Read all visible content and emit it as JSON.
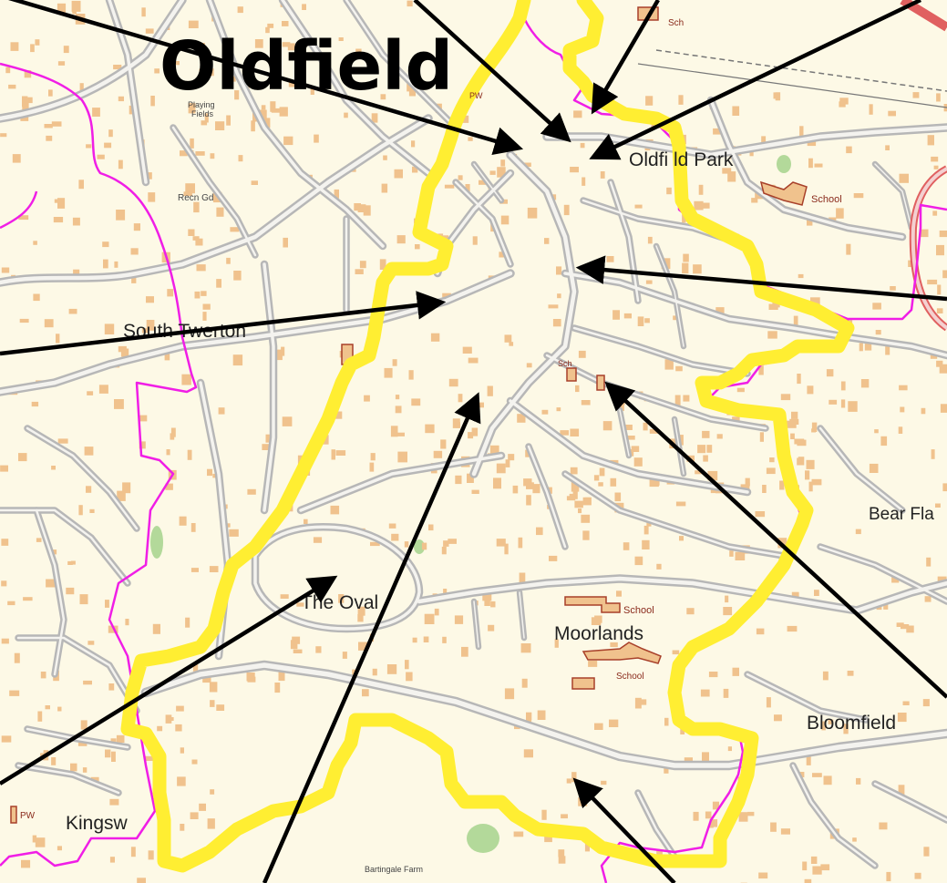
{
  "map": {
    "colors": {
      "background": "#fdf9e6",
      "ward_boundary": "#ffee32",
      "district_boundary": "#f01ee6",
      "arrow": "#000000",
      "building": "#f0c28d",
      "road": "#b7b7b7",
      "main_road": "#e06060"
    },
    "title": "Oldfield",
    "place_labels": {
      "oldfield_park": "Oldfi  ld Park",
      "south_twerton": "South Twerton",
      "the_oval": "The Oval",
      "moorlands": "Moorlands",
      "bloomfield": "Bloomfield",
      "bear_flat": "Bear Fla",
      "kingsw": "Kingsw"
    },
    "small_labels": {
      "playing_fields": "Playing\nFields",
      "rec_gd": "Recn Gd",
      "school_oldfield": "School",
      "school_moorlands_1": "School",
      "school_moorlands_2": "School",
      "sch_top": "Sch",
      "pw_bottom": "PW",
      "bartingale_farm": "Bartingale Farm",
      "pw_top": "PW",
      "sch_center": "Sch"
    }
  }
}
